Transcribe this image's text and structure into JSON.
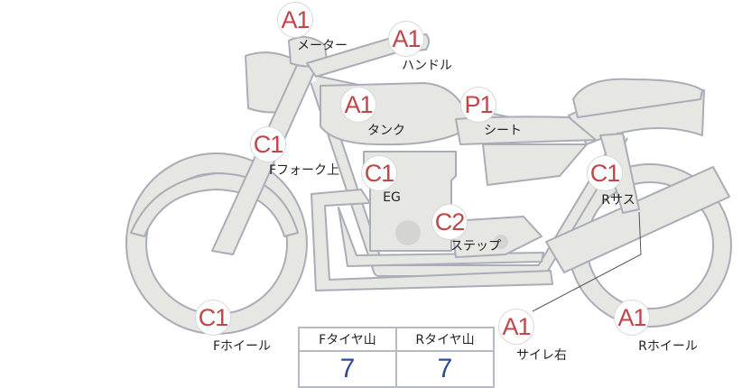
{
  "parts": [
    {
      "grade": "A1",
      "label": "メーター"
    },
    {
      "grade": "A1",
      "label": "ハンドル"
    },
    {
      "grade": "A1",
      "label": "タンク"
    },
    {
      "grade": "P1",
      "label": "シート"
    },
    {
      "grade": "C1",
      "label": "Fフォーク上"
    },
    {
      "grade": "C1",
      "label": "EG"
    },
    {
      "grade": "C1",
      "label": "Rサス"
    },
    {
      "grade": "C2",
      "label": "ステップ"
    },
    {
      "grade": "C1",
      "label": "Fホイール"
    },
    {
      "grade": "A1",
      "label": "サイレ右"
    },
    {
      "grade": "A1",
      "label": "Rホイール"
    }
  ],
  "tires": {
    "front_label": "Fタイヤ山",
    "front_value": "7",
    "rear_label": "Rタイヤ山",
    "rear_value": "7"
  },
  "colors": {
    "grade": "#c0464a",
    "value": "#2e4a9a",
    "body": "#e6e6e2",
    "outline": "#a9adb8"
  }
}
